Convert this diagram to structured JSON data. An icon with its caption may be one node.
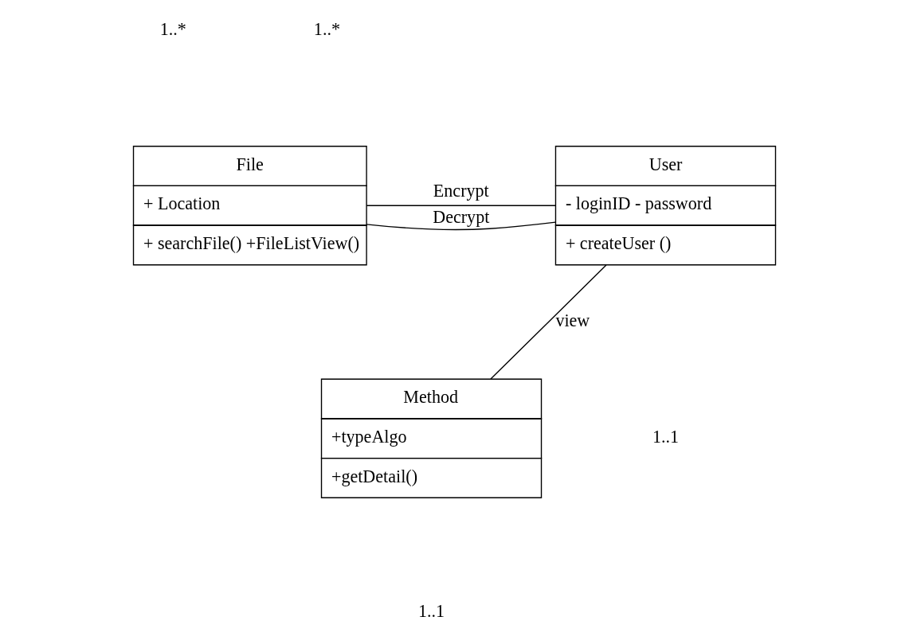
{
  "diagram": {
    "nodes": [
      {
        "text": [
          "File",
          "+ Location",
          "+ searchFile() +FileListView()"
        ]
      },
      {
        "text": [
          "User",
          "- loginID - password",
          "+ createUser ()"
        ]
      },
      {
        "text": [
          "Method",
          "+typeAlgo",
          "+getDetail()"
        ]
      }
    ],
    "edges": [
      {
        "from": 0,
        "to": 1,
        "arrow": "none",
        "label": "Encrypt"
      },
      {
        "from": 0,
        "to": 1,
        "arrow": "none",
        "label": "Decrypt"
      },
      {
        "from": 1,
        "to": 2,
        "arrow": "none",
        "label": "view"
      }
    ],
    "labels": [
      "1..*",
      "1..*",
      "1..1",
      "1..1"
    ]
  }
}
